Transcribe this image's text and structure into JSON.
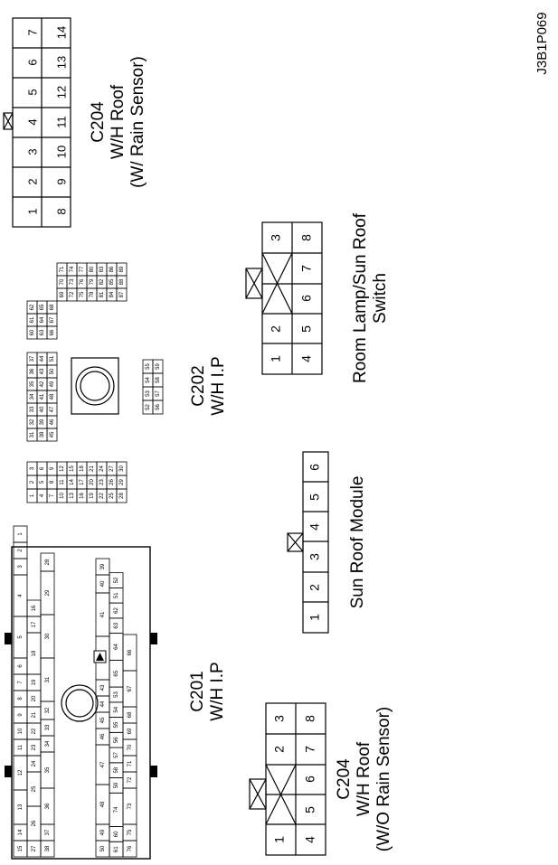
{
  "figure_id": "J3B1P069",
  "connectors": {
    "c204_rain": {
      "code": "C204",
      "line2": "W/H Roof",
      "line3": "(W/ Rain Sensor)",
      "pins": [
        "1",
        "2",
        "3",
        "4",
        "5",
        "6",
        "7",
        "8",
        "9",
        "10",
        "11",
        "12",
        "13",
        "14"
      ]
    },
    "c202": {
      "code": "C202",
      "line2": "W/H I.P",
      "pins": [
        "1",
        "2",
        "3",
        "4",
        "5",
        "6",
        "7",
        "8",
        "9",
        "10",
        "11",
        "12",
        "13",
        "14",
        "15",
        "16",
        "17",
        "18",
        "19",
        "20",
        "21",
        "22",
        "23",
        "24",
        "25",
        "26",
        "27",
        "28",
        "29",
        "30",
        "31",
        "32",
        "33",
        "34",
        "35",
        "36",
        "37",
        "38",
        "39",
        "40",
        "41",
        "42",
        "43",
        "44",
        "45",
        "46",
        "47",
        "48",
        "49",
        "50",
        "51",
        "52",
        "53",
        "54",
        "55",
        "56",
        "57",
        "58",
        "59",
        "60",
        "61",
        "62",
        "63",
        "64",
        "65",
        "66",
        "67",
        "68",
        "69",
        "70",
        "71",
        "72",
        "73",
        "74",
        "75",
        "76",
        "77",
        "78",
        "79",
        "80",
        "81",
        "82",
        "83",
        "84",
        "85",
        "86",
        "87",
        "88",
        "89"
      ]
    },
    "room_lamp": {
      "line1": "Room Lamp/Sun Roof",
      "line2": "Switch",
      "pins": [
        "1",
        "2",
        "3",
        "4",
        "5",
        "6",
        "7",
        "8"
      ]
    },
    "sun_roof_module": {
      "line1": "Sun Roof Module",
      "pins": [
        "1",
        "2",
        "3",
        "4",
        "5",
        "6"
      ]
    },
    "c201": {
      "code": "C201",
      "line2": "W/H I.P",
      "pins": [
        "1",
        "2",
        "3",
        "4",
        "5",
        "6",
        "7",
        "8",
        "9",
        "10",
        "11",
        "12",
        "13",
        "14",
        "15",
        "16",
        "17",
        "18",
        "19",
        "20",
        "21",
        "22",
        "23",
        "24",
        "25",
        "26",
        "27",
        "28",
        "29",
        "30",
        "31",
        "32",
        "33",
        "34",
        "35",
        "36",
        "37",
        "38",
        "39",
        "40",
        "41",
        "42",
        "43",
        "44",
        "45",
        "46",
        "47",
        "48",
        "49",
        "50",
        "51",
        "52",
        "53",
        "54",
        "55",
        "56",
        "57",
        "58",
        "59",
        "60",
        "61",
        "62",
        "63",
        "64",
        "65",
        "66",
        "67",
        "68",
        "69",
        "70",
        "71",
        "72",
        "73",
        "74",
        "75",
        "76"
      ]
    },
    "c204_norain": {
      "code": "C204",
      "line2": "W/H Roof",
      "line3": "(W/O Rain Sensor)",
      "pins": [
        "1",
        "2",
        "3",
        "4",
        "5",
        "6",
        "7",
        "8"
      ]
    }
  }
}
